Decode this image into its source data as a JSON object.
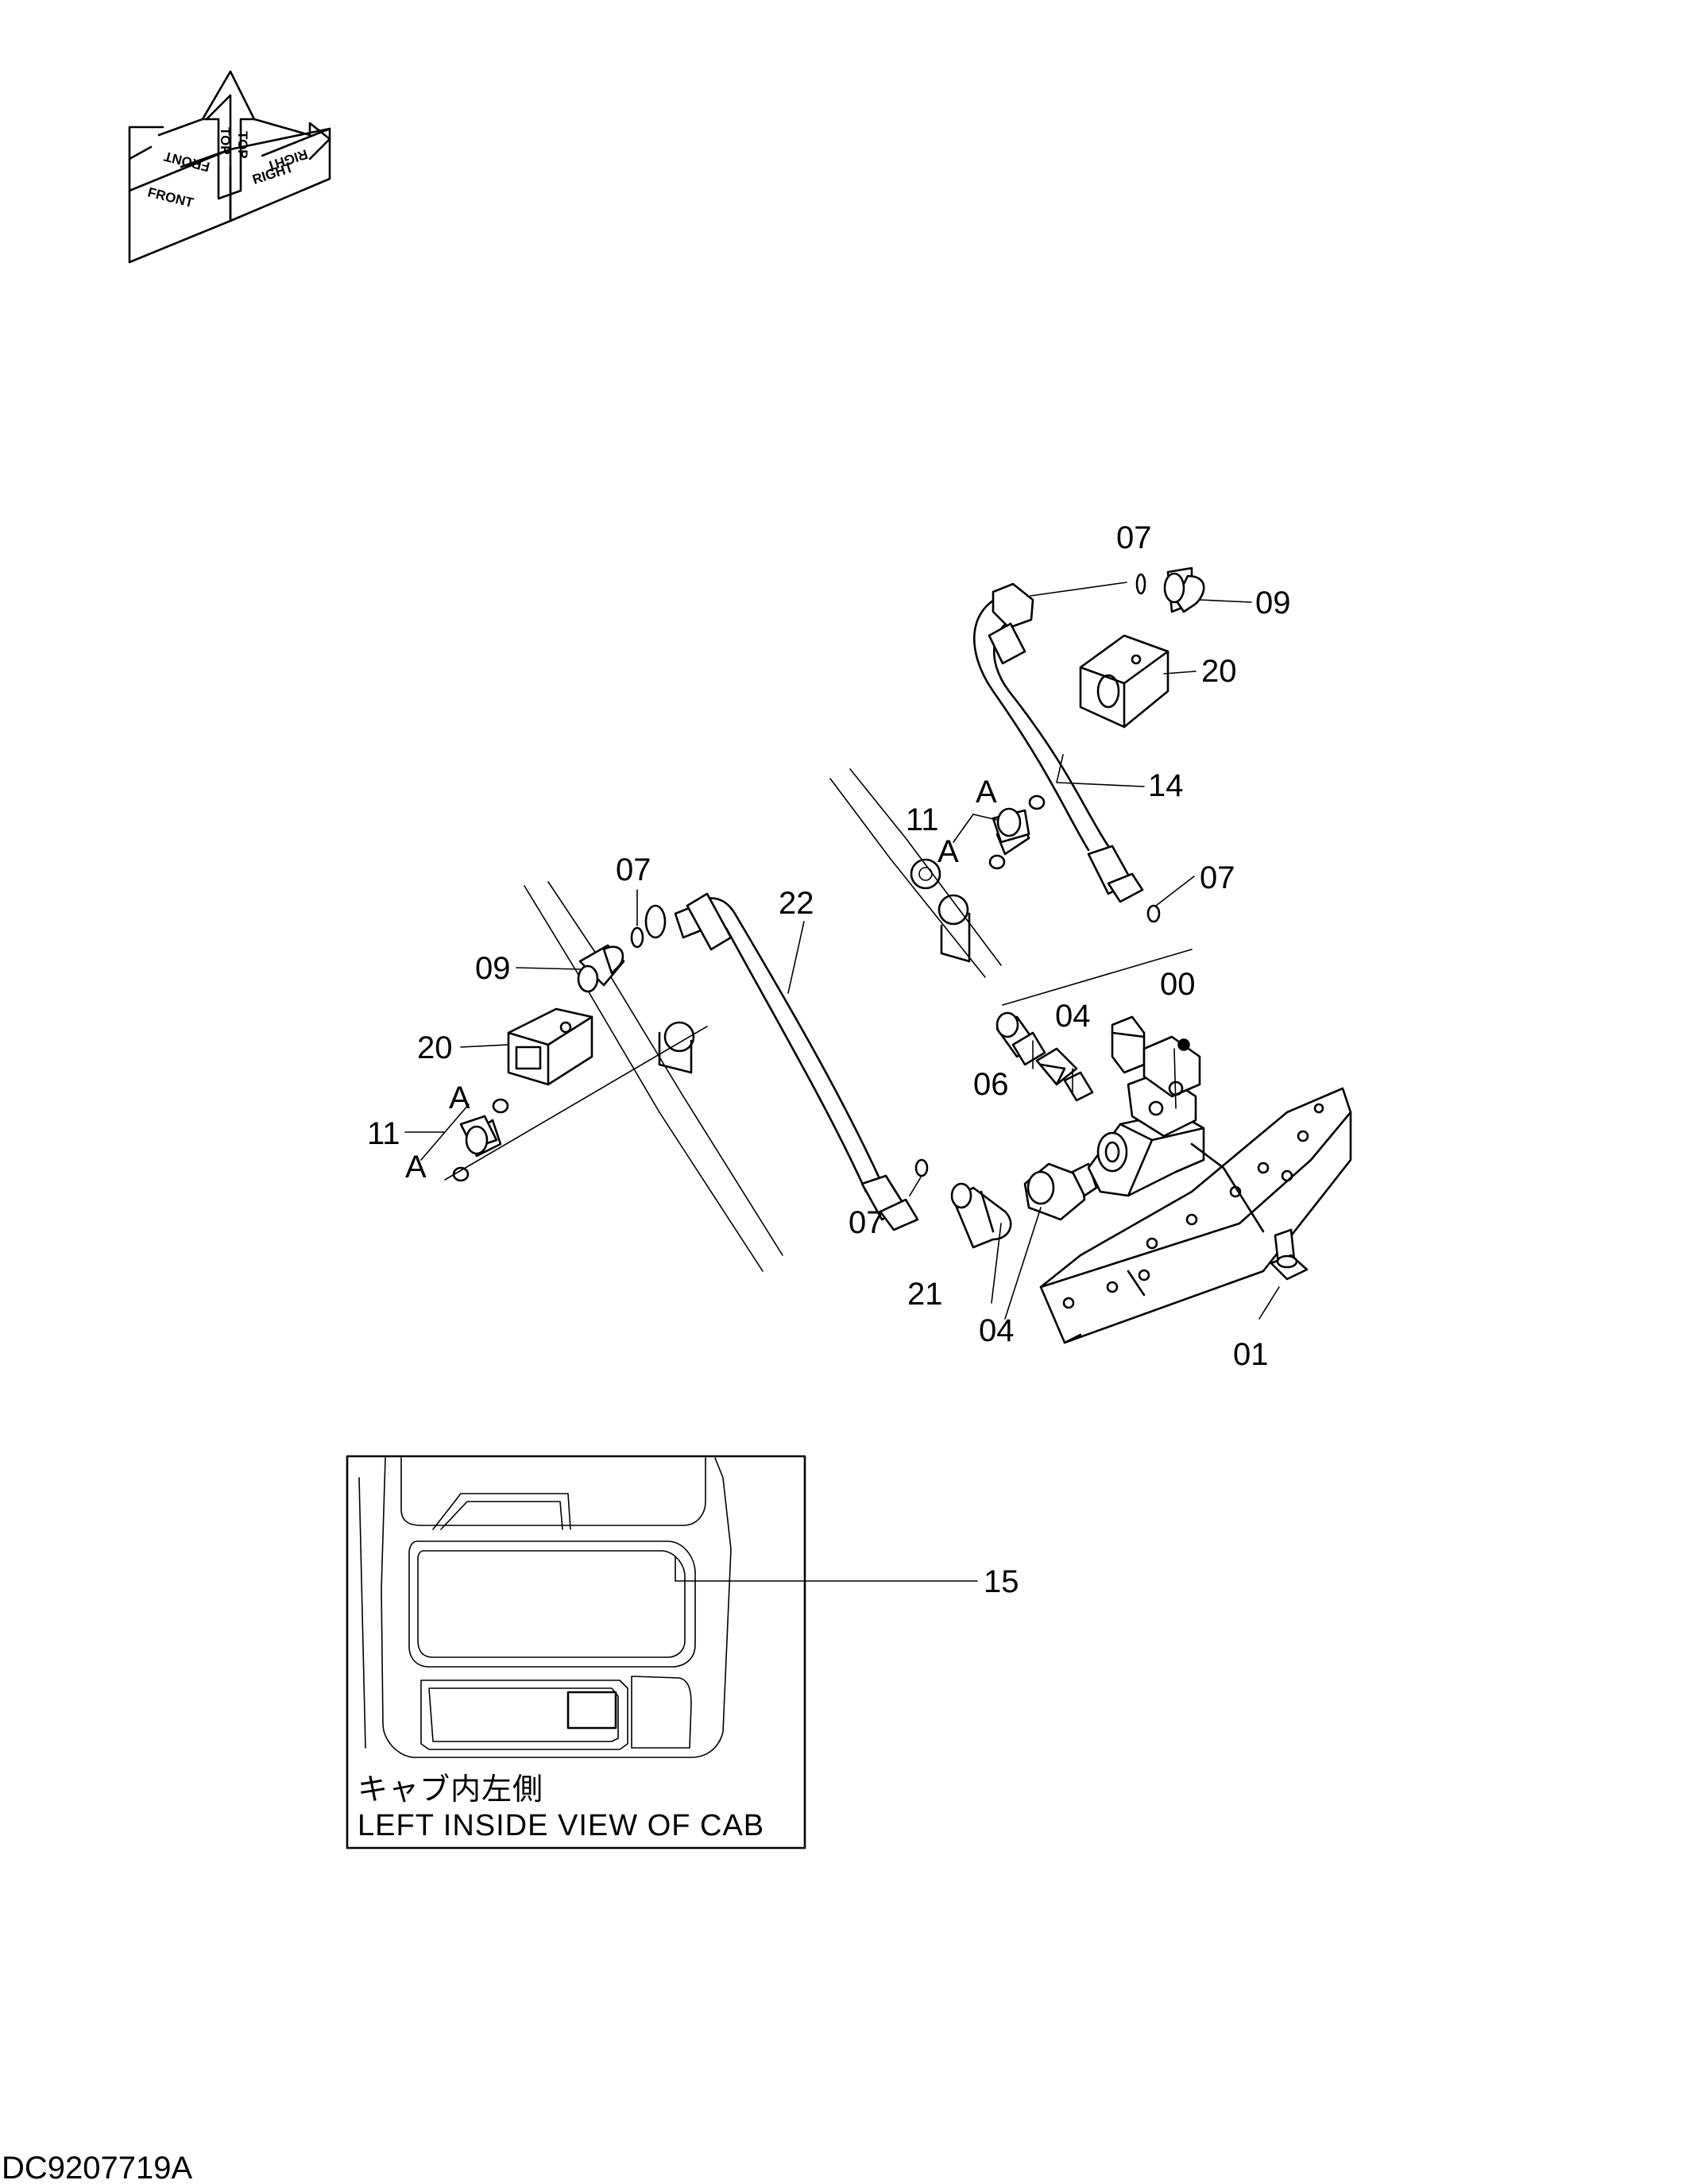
{
  "orientation": {
    "front_left": "FRONT",
    "top": "TOP",
    "front_right": "RIGHT",
    "back_left": "FRONT",
    "back_top": "TOP",
    "back_right": "RIGHT"
  },
  "callouts": {
    "p00": "00",
    "p01": "01",
    "p04_top": "04",
    "p04_bottom": "04",
    "p06": "06",
    "p07_top": "07",
    "p07_right": "07",
    "p07_left": "07",
    "p07_lower": "07",
    "p09_right": "09",
    "p09_left": "09",
    "p11_right": "11",
    "p11_left": "11",
    "p14": "14",
    "p15": "15",
    "p20_right": "20",
    "p20_left": "20",
    "p21": "21",
    "p22": "22",
    "a_r1": "A",
    "a_r2": "A",
    "a_l1": "A",
    "a_l2": "A"
  },
  "inset": {
    "title_jp": "キャブ内左側",
    "title_en": "LEFT INSIDE VIEW OF CAB"
  },
  "drawing_number": "DC9207719A"
}
